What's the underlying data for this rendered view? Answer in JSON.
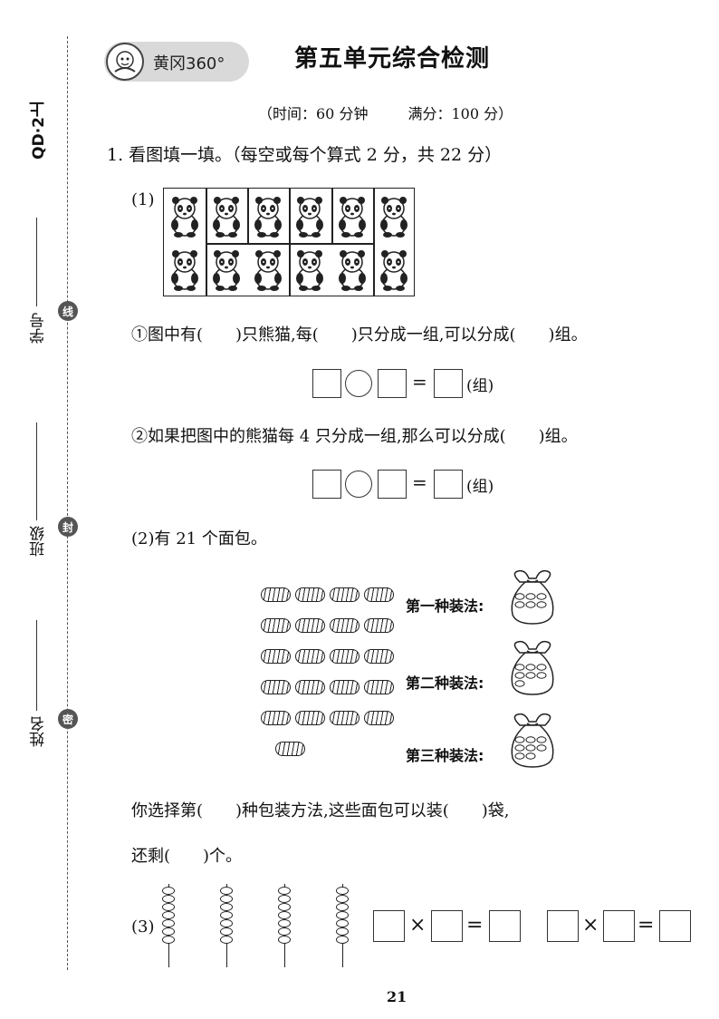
{
  "margin": {
    "grade_code": "QD·2上",
    "fields": [
      "学号",
      "班级",
      "姓名"
    ],
    "seals": [
      "线",
      "封",
      "密"
    ]
  },
  "header": {
    "brand": "黄冈360°",
    "title": "第五单元综合检测",
    "time": "（时间：60 分钟",
    "score": "满分：100 分）"
  },
  "q1": {
    "heading": "1. 看图填一填。（每空或每个算式 2 分，共 22 分）",
    "part1_label": "(1)",
    "sub1": "①图中有(　　)只熊猫,每(　　)只分成一组,可以分成(　　)组。",
    "sub2": "②如果把图中的熊猫每 4 只分成一组,那么可以分成(　　)组。",
    "eq_unit": "(组)",
    "eq_equals": "=",
    "part2": "(2)有 21 个面包。",
    "pack1": "第一种装法:",
    "pack2": "第二种装法:",
    "pack3": "第三种装法:",
    "choice_line1": "你选择第(　　)种包装方法,这些面包可以装(　　)袋,",
    "choice_line2": "还剩(　　)个。",
    "part3_label": "(3)",
    "times": "×",
    "equals": "="
  },
  "page_number": "21"
}
